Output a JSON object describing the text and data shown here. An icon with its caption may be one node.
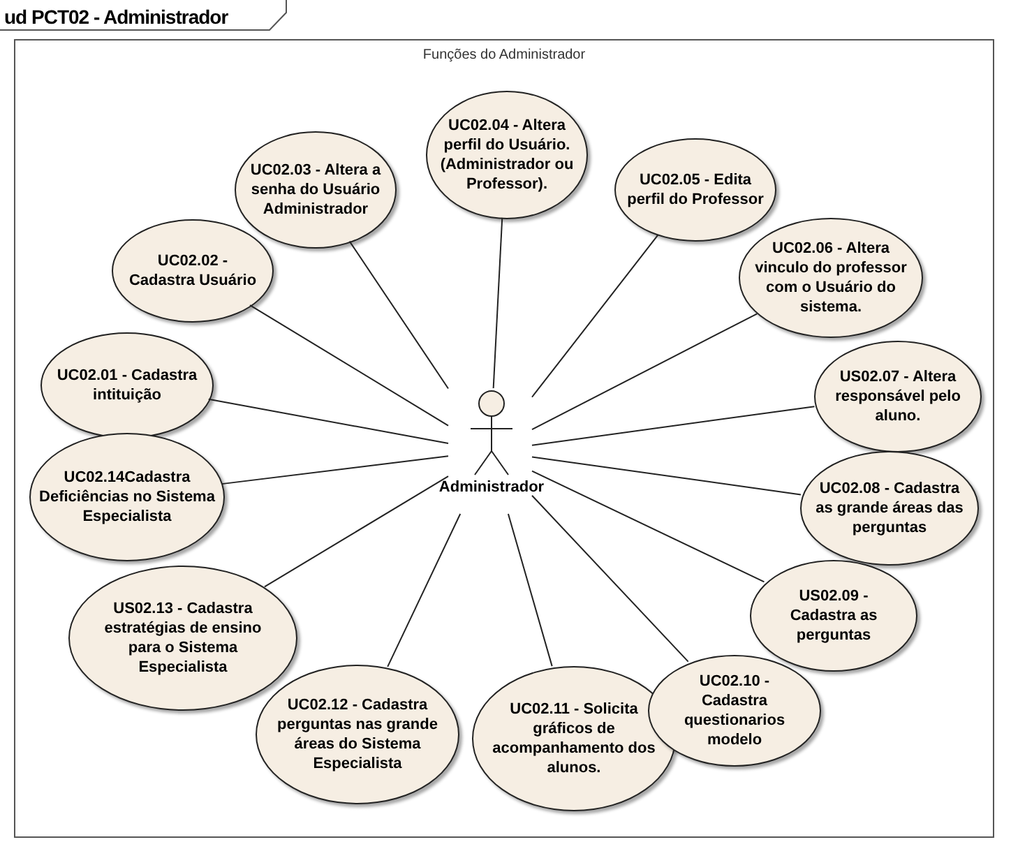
{
  "diagram": {
    "title": "ud PCT02 - Administrador",
    "nodes": [
      {
        "text": [
          "Funções do Administrador"
        ]
      },
      {
        "text": [
          "Administrador"
        ],
        "in": 0
      },
      {
        "text": [
          "UC02.04 - Altera perfil do Usuário. (Administrador ou Professor)."
        ],
        "in": 0
      },
      {
        "text": [
          "UC02.03 - Altera a senha do Usuário Administrador"
        ],
        "in": 0
      },
      {
        "text": [
          "UC02.05 - Edita perfil do Professor"
        ],
        "in": 0
      },
      {
        "text": [
          "UC02.02 - Cadastra Usuário"
        ],
        "in": 0
      },
      {
        "text": [
          "UC02.06 - Altera vinculo do professor com o Usuário do sistema."
        ],
        "in": 0
      },
      {
        "text": [
          "UC02.01 - Cadastra intituição"
        ],
        "in": 0
      },
      {
        "text": [
          "US02.07 - Altera responsável pelo aluno."
        ],
        "in": 0
      },
      {
        "text": [
          "UC02.14Cadastra Deficiências no Sistema Especialista"
        ],
        "in": 0
      },
      {
        "text": [
          "UC02.08 - Cadastra as grande áreas das perguntas"
        ],
        "in": 0
      },
      {
        "text": [
          "US02.13 - Cadastra estratégias de ensino para o Sistema Especialista"
        ],
        "in": 0
      },
      {
        "text": [
          "US02.09 - Cadastra as perguntas"
        ],
        "in": 0
      },
      {
        "text": [
          "UC02.12 - Cadastra perguntas nas grande áreas do Sistema Especialista"
        ],
        "in": 0
      },
      {
        "text": [
          "UC02.11 - Solicita gráficos de acompanhamento dos alunos."
        ],
        "in": 0
      },
      {
        "text": [
          "UC02.10 - Cadastra questionarios modelo"
        ],
        "in": 0
      }
    ],
    "edges": [
      {
        "from": 1,
        "to": 2,
        "arrow": "none"
      },
      {
        "from": 1,
        "to": 3,
        "arrow": "none"
      },
      {
        "from": 1,
        "to": 4,
        "arrow": "none"
      },
      {
        "from": 1,
        "to": 5,
        "arrow": "none"
      },
      {
        "from": 1,
        "to": 6,
        "arrow": "none"
      },
      {
        "from": 1,
        "to": 7,
        "arrow": "none"
      },
      {
        "from": 1,
        "to": 8,
        "arrow": "none"
      },
      {
        "from": 1,
        "to": 9,
        "arrow": "none"
      },
      {
        "from": 1,
        "to": 10,
        "arrow": "none"
      },
      {
        "from": 1,
        "to": 11,
        "arrow": "none"
      },
      {
        "from": 1,
        "to": 12,
        "arrow": "none"
      },
      {
        "from": 1,
        "to": 13,
        "arrow": "none"
      },
      {
        "from": 1,
        "to": 14,
        "arrow": "none"
      },
      {
        "from": 1,
        "to": 15,
        "arrow": "none"
      }
    ]
  }
}
